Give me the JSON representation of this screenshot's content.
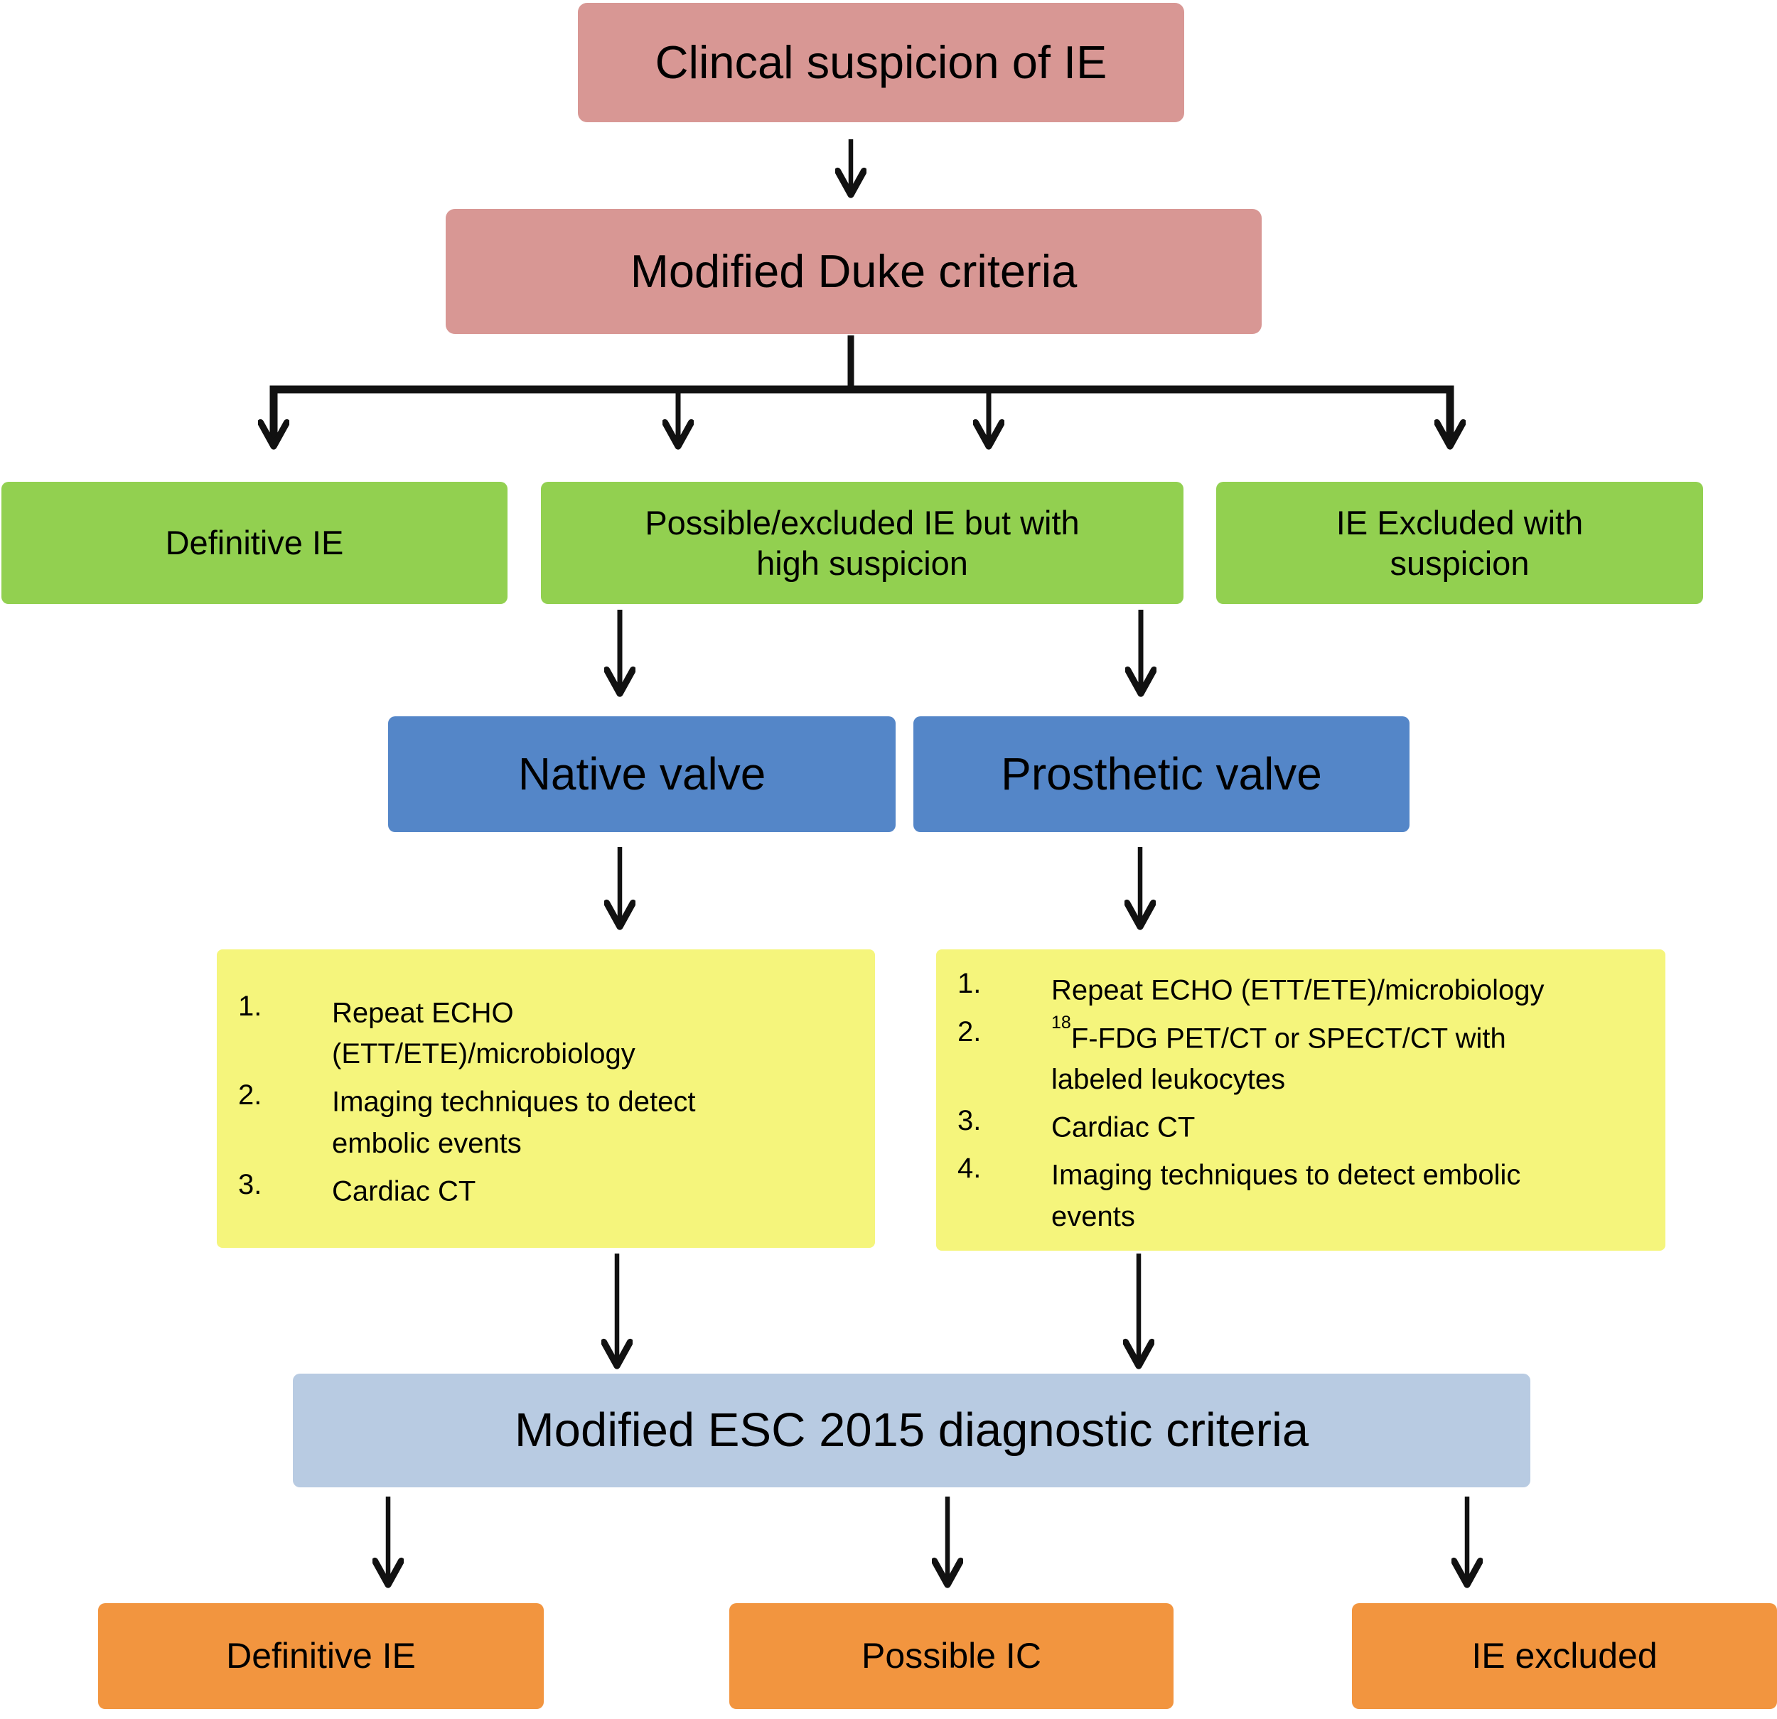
{
  "colors": {
    "pink": "#d89794",
    "green": "#92d050",
    "blue": "#5486c8",
    "yellow": "#f5f57c",
    "light_blue": "#b8cbe2",
    "orange": "#f2953f",
    "line": "#111111"
  },
  "nodes": {
    "clinical_suspicion": {
      "label": "Clincal suspicion of IE"
    },
    "duke_criteria": {
      "label": "Modified Duke criteria"
    },
    "definitive_ie_top": {
      "label": "Definitive IE"
    },
    "possible_excluded_ie": {
      "label": "Possible/excluded IE but with\nhigh suspicion"
    },
    "ie_excluded_with_suspicion": {
      "label": "IE Excluded with\nsuspicion"
    },
    "native_valve": {
      "label": "Native valve"
    },
    "prosthetic_valve": {
      "label": "Prosthetic valve"
    },
    "native_valve_workup": {
      "items": [
        {
          "num": "1.",
          "text": "Repeat ECHO\n(ETT/ETE)/microbiology"
        },
        {
          "num": "2.",
          "text": "Imaging techniques to detect\nembolic events"
        },
        {
          "num": "3.",
          "text": "Cardiac CT"
        }
      ]
    },
    "prosthetic_valve_workup": {
      "items": [
        {
          "num": "1.",
          "text": "Repeat ECHO (ETT/ETE)/microbiology"
        },
        {
          "num": "2.",
          "sup": "18",
          "text": "F-FDG PET/CT or SPECT/CT with\nlabeled leukocytes"
        },
        {
          "num": "3.",
          "text": "Cardiac CT"
        },
        {
          "num": "4.",
          "text": "Imaging techniques to detect embolic\nevents"
        }
      ]
    },
    "esc_criteria": {
      "label": "Modified ESC 2015 diagnostic criteria"
    },
    "definitive_ie_bottom": {
      "label": "Definitive IE"
    },
    "possible_ic": {
      "label": "Possible IC"
    },
    "ie_excluded_bottom": {
      "label": "IE excluded"
    }
  }
}
